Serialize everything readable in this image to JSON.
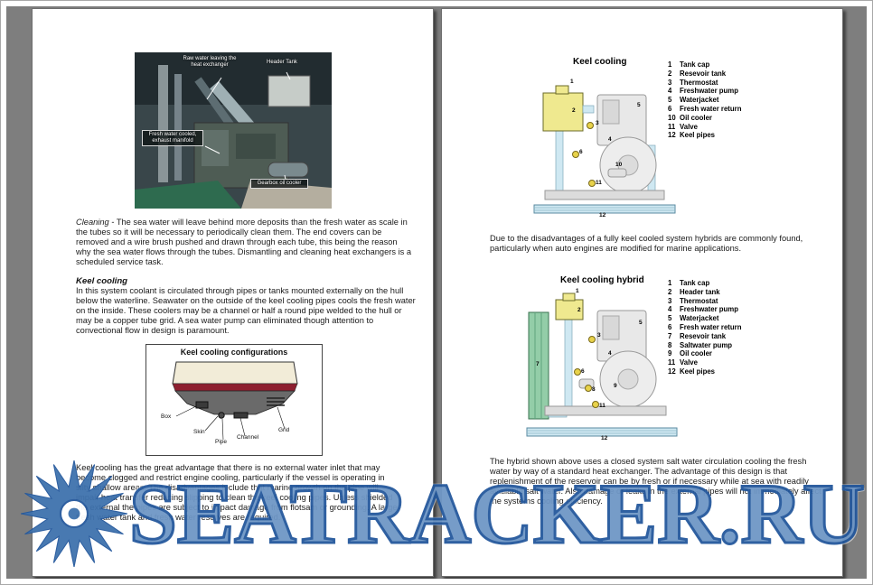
{
  "watermark": {
    "text": "SEATRACKER.RU"
  },
  "left_page": {
    "photo": {
      "labels": [
        {
          "text": "Raw water leaving the heat exchanger"
        },
        {
          "text": "Header Tank"
        },
        {
          "text": "Fresh water cooled, exhaust manifold"
        },
        {
          "text": "Gearbox oil cooler"
        }
      ]
    },
    "cleaning_heading": "Cleaning -",
    "cleaning_text": "The sea water will leave behind more deposits than the fresh water as scale in the tubes so it will be necessary to periodically clean them. The end covers can be removed and a wire brush pushed and drawn through each tube, this being the reason why the sea water flows through the tubes. Dismantling and cleaning heat exchangers is a scheduled service task.",
    "keel_heading": "Keel cooling",
    "keel_text": "In this system coolant is circulated through pipes or tanks mounted externally on the hull below the waterline. Seawater on the outside of the keel cooling pipes cools the fresh water on the inside. These coolers may be a channel or half a round pipe welded to the hull or may be a copper tube grid. A sea water pump can eliminated though attention to convectional flow in design is paramount.",
    "config_diagram": {
      "title": "Keel cooling configurations",
      "labels": [
        "Box",
        "Skin",
        "Pipe",
        "Channel",
        "Grid"
      ]
    },
    "advantage_text": "Keel cooling has the great advantage that there is no external water inlet that may become clogged and restrict engine cooling, particularly if the vessel is operating in silty shallow areas. The disadvantages include that marine growth on the pipe will impair heat transfer reducing slipping to clean the keel cooling pipes. Unless shielded the external the pipes are subject to impact damage from flotsam or grounding. A large fresh water tank and fresh water reserves are required."
  },
  "right_page": {
    "diagram1": {
      "title": "Keel cooling",
      "legend": [
        {
          "num": "1",
          "label": "Tank cap"
        },
        {
          "num": "2",
          "label": "Resevoir tank"
        },
        {
          "num": "3",
          "label": "Thermostat"
        },
        {
          "num": "4",
          "label": "Freshwater pump"
        },
        {
          "num": "5",
          "label": "Waterjacket"
        },
        {
          "num": "6",
          "label": "Fresh water return"
        },
        {
          "num": "10",
          "label": "Oil cooler"
        },
        {
          "num": "11",
          "label": "Valve"
        },
        {
          "num": "12",
          "label": "Keel pipes"
        }
      ]
    },
    "mid_text": "Due to the disadvantages of a fully keel cooled system hybrids are commonly found, particularly when auto engines are modified for marine applications.",
    "diagram2": {
      "title": "Keel cooling hybrid",
      "legend": [
        {
          "num": "1",
          "label": "Tank cap"
        },
        {
          "num": "2",
          "label": "Header tank"
        },
        {
          "num": "3",
          "label": "Thermostat"
        },
        {
          "num": "4",
          "label": "Freshwater pump"
        },
        {
          "num": "5",
          "label": "Waterjacket"
        },
        {
          "num": "6",
          "label": "Fresh water return"
        },
        {
          "num": "7",
          "label": "Resevoir tank"
        },
        {
          "num": "8",
          "label": "Saltwater  pump"
        },
        {
          "num": "9",
          "label": "Oil cooler"
        },
        {
          "num": "11",
          "label": "Valve"
        },
        {
          "num": "12",
          "label": "Keel pipes"
        }
      ]
    },
    "bottom_text": "The hybrid shown above uses a closed system salt water circulation cooling the fresh water by way of a standard heat exchanger. The advantage of this design is that replenishment of the reservoir can be by fresh or if necessary while at sea with readily available salt water. Also damage or leaks in the external pipes will not immediately affect the systems cooling efficiency."
  }
}
